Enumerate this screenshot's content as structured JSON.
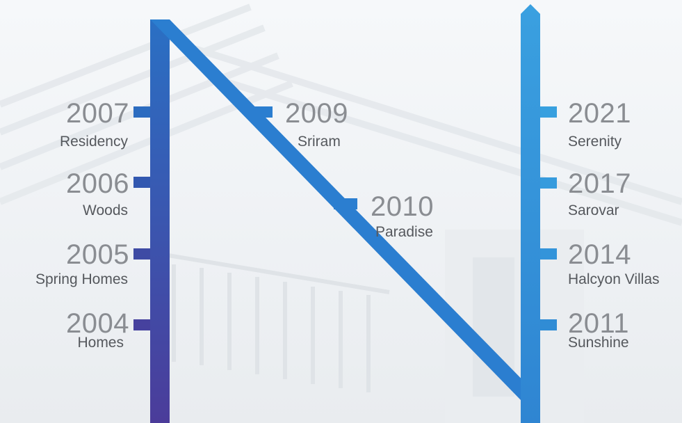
{
  "colors": {
    "left_bar_top": "#2a70c4",
    "left_bar_bottom": "#4b3c9a",
    "diagonal": "#2b7ed0",
    "right_bar_top": "#3aa0e0",
    "right_bar_bottom": "#2f85d2",
    "year_text": "#8a8d92",
    "name_text": "#55585d"
  },
  "left_column": [
    {
      "year": "2007",
      "name": "Residency"
    },
    {
      "year": "2006",
      "name": "Woods"
    },
    {
      "year": "2005",
      "name": "Spring Homes"
    },
    {
      "year": "2004",
      "name": "Homes"
    }
  ],
  "diagonal": [
    {
      "year": "2009",
      "name": "Sriram"
    },
    {
      "year": "2010",
      "name": "Paradise"
    }
  ],
  "right_column": [
    {
      "year": "2021",
      "name": "Serenity"
    },
    {
      "year": "2017",
      "name": "Sarovar"
    },
    {
      "year": "2014",
      "name": "Halcyon Villas"
    },
    {
      "year": "2011",
      "name": "Sunshine"
    }
  ]
}
